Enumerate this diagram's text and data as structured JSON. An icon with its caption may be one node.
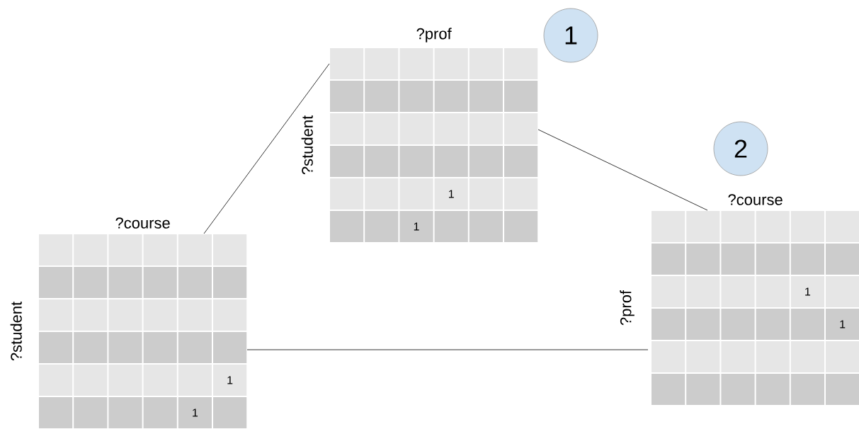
{
  "diagram": {
    "nodes": [
      {
        "text": [
          "?prof",
          "?student"
        ]
      },
      {
        "text": [
          "1"
        ]
      },
      {
        "text": [
          "2"
        ]
      },
      {
        "text": [
          "?course",
          "?prof"
        ]
      },
      {
        "text": [
          "?course",
          "?student"
        ]
      }
    ],
    "edges": [
      {
        "from": 4,
        "to": 0,
        "arrow": "none"
      },
      {
        "from": 0,
        "to": 3,
        "arrow": "none"
      },
      {
        "from": 4,
        "to": 3,
        "arrow": "none"
      }
    ],
    "labels": [
      "1",
      "1",
      "1",
      "1",
      "1",
      "1"
    ]
  }
}
